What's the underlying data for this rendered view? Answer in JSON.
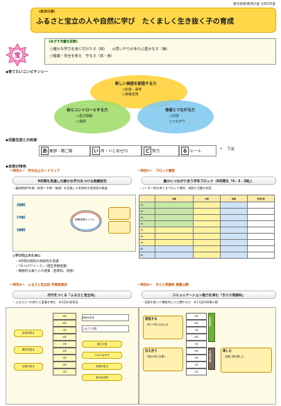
{
  "header": {
    "school": "重点目標/教育計画 令和5年度",
    "tag": "《教育目標》",
    "title": "ふるさと宝立の人や自然に学び　たくましく生き抜く子の育成"
  },
  "badge": {
    "char": "宝"
  },
  "goals": {
    "tag": "《めざす児童生徒像》",
    "line1": "○確かな学力を身に付けた子（知）　　◎思いやりがあり心豊かな子（徳）",
    "line2": "○健康・安全を考え　守る子（体・食）"
  },
  "competency": {
    "heading": "◆育てたいコンピテンシー",
    "top": {
      "title": "新しい価値を創造する力",
      "items": [
        "○創造・表現",
        "○情報活用"
      ]
    },
    "left": {
      "title": "自らコントロールする力",
      "items": [
        "○自己理解",
        "○選択"
      ]
    },
    "right": {
      "title": "他者とつながる力",
      "items": [
        "○対話",
        "○つながり"
      ]
    }
  },
  "pledge": {
    "heading": "◆児童生徒との約束",
    "items": [
      {
        "key": "あ",
        "text": "挨拶・朝ご飯"
      },
      {
        "key": "い",
        "text": "命・いじめゼロ"
      },
      {
        "key": "ど",
        "text": "努力"
      },
      {
        "key": "る",
        "text": "ルール"
      },
      {
        "key": "",
        "text": "＋　下足"
      }
    ]
  },
  "features": {
    "heading": "◆本校の特色",
    "f1": {
      "tag": "～特色1～　学力向上ロードマップ",
      "banner": "9年間を見通した確かな学力をつける授業研究",
      "note": "・義務教育9年間（前期・中期・後期）を見通した系統的学習指導の推進",
      "steps": [
        "【前期】",
        "【中期】",
        "【後期】"
      ],
      "cycle": "授業改善サイクル"
    },
    "f2": {
      "tag": "～特色2～　ブロック運営",
      "banner": "豊かにつながり合う学年ブロック（9年間を「4・3・2制」）",
      "note": "・リーダー性を育てるブロック運営、縦割り活動の充実",
      "table_headers": [
        "",
        "前期",
        "中期",
        "後期",
        "学校行事"
      ],
      "rows": [
        "1年",
        "2年",
        "3年",
        "4年",
        "5年",
        "6年",
        "7年",
        "8年",
        "9年"
      ]
    },
    "f1b": {
      "title": "◎学び向上のために",
      "items": [
        "・9年間の教科の系統性を意識",
        "・「みつけワイーク」（相互参観授業）",
        "・積極的な乗り入れ授業（各教科、道徳）"
      ]
    },
    "f3": {
      "tag": "～特色3～　ふるさと宝立科 学習発表会",
      "banner": "次代をつくる「ふるさと宝立科」",
      "note": "・ふるさとへの誇りと愛着を育む　年2回の発表会",
      "grades": [
        "9年",
        "8年",
        "7年",
        "6年",
        "5年",
        "4年",
        "3年",
        "2年",
        "1年"
      ],
      "side": [
        "自然を知る",
        "歴史を知る",
        "伝統を知る"
      ],
      "labels": [
        "地域の未来",
        "ふるさと学習",
        "宝立の宝",
        "人のつながり",
        "地域を知る",
        "身近な自然"
      ]
    },
    "f4": {
      "tag": "～特色4～　きらり英語科 授業公開",
      "banner": "コミュニケーション能力を育む「きらり英語科」",
      "note": "・英語を使って積極的に人と関わる力　年11回の授業公開",
      "grades": [
        "9年",
        "8年",
        "7年",
        "6年",
        "5年",
        "4年",
        "3年",
        "2年",
        "1年"
      ],
      "boxes": [
        {
          "title": "発信する",
          "text": "・思いや考えを伝える"
        },
        {
          "title": "伝え合う",
          "text": "・相手の考えを聞く"
        },
        {
          "title": "楽しむ",
          "text": "・英語に慣れ親しむ"
        }
      ],
      "col_a": "外国語科",
      "col_b": "外国語活動"
    }
  }
}
